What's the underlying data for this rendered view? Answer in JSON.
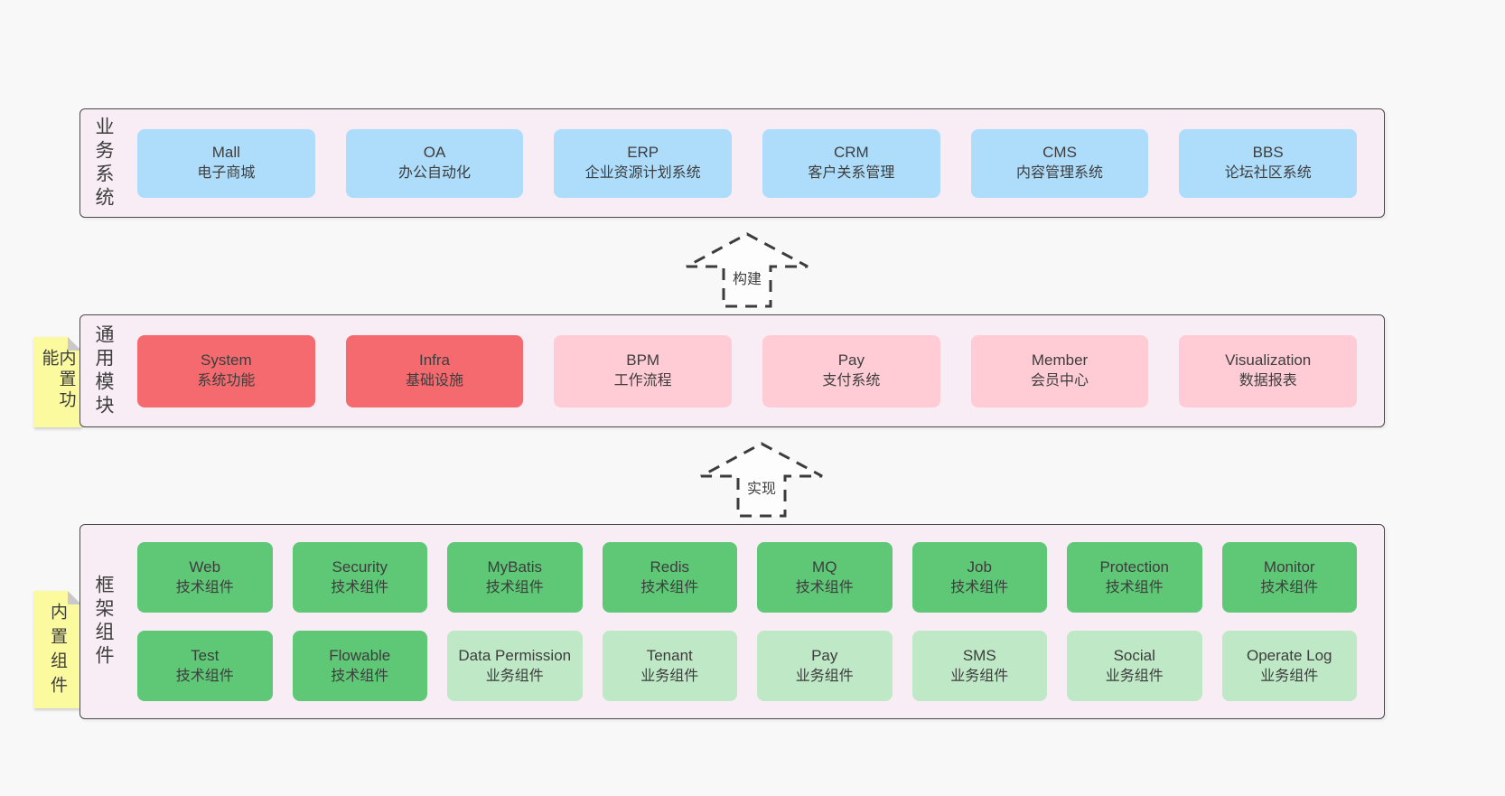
{
  "colors": {
    "page_bg": "#f8f8f8",
    "layer_bg": "#f8edf5",
    "layer_border": "#4a4a4a",
    "business_box": "#aeddfb",
    "module_highlight_box": "#f46a6e",
    "module_normal_box": "#ffccd5",
    "tech_component_box": "#5ec877",
    "biz_component_box": "#bee8c6",
    "sticky_note": "#fbfa9e"
  },
  "business": {
    "label": "业务系统",
    "items": [
      {
        "title": "Mall",
        "subtitle": "电子商城",
        "variant": "blue"
      },
      {
        "title": "OA",
        "subtitle": "办公自动化",
        "variant": "blue"
      },
      {
        "title": "ERP",
        "subtitle": "企业资源计划系统",
        "variant": "blue"
      },
      {
        "title": "CRM",
        "subtitle": "客户关系管理",
        "variant": "blue"
      },
      {
        "title": "CMS",
        "subtitle": "内容管理系统",
        "variant": "blue"
      },
      {
        "title": "BBS",
        "subtitle": "论坛社区系统",
        "variant": "blue"
      }
    ]
  },
  "arrows": {
    "build": {
      "label": "构建"
    },
    "implement": {
      "label": "实现"
    }
  },
  "common": {
    "label": "通用模块",
    "sticky": "内置功能",
    "items": [
      {
        "title": "System",
        "subtitle": "系统功能",
        "variant": "red"
      },
      {
        "title": "Infra",
        "subtitle": "基础设施",
        "variant": "red"
      },
      {
        "title": "BPM",
        "subtitle": "工作流程",
        "variant": "pink"
      },
      {
        "title": "Pay",
        "subtitle": "支付系统",
        "variant": "pink"
      },
      {
        "title": "Member",
        "subtitle": "会员中心",
        "variant": "pink"
      },
      {
        "title": "Visualization",
        "subtitle": "数据报表",
        "variant": "pink"
      }
    ]
  },
  "framework": {
    "label": "框架组件",
    "sticky": "内置组件",
    "row1": [
      {
        "title": "Web",
        "subtitle": "技术组件",
        "variant": "green"
      },
      {
        "title": "Security",
        "subtitle": "技术组件",
        "variant": "green"
      },
      {
        "title": "MyBatis",
        "subtitle": "技术组件",
        "variant": "green"
      },
      {
        "title": "Redis",
        "subtitle": "技术组件",
        "variant": "green"
      },
      {
        "title": "MQ",
        "subtitle": "技术组件",
        "variant": "green"
      },
      {
        "title": "Job",
        "subtitle": "技术组件",
        "variant": "green"
      },
      {
        "title": "Protection",
        "subtitle": "技术组件",
        "variant": "green"
      },
      {
        "title": "Monitor",
        "subtitle": "技术组件",
        "variant": "green"
      }
    ],
    "row2": [
      {
        "title": "Test",
        "subtitle": "技术组件",
        "variant": "green"
      },
      {
        "title": "Flowable",
        "subtitle": "技术组件",
        "variant": "green"
      },
      {
        "title": "Data Permission",
        "subtitle": "业务组件",
        "variant": "green-light"
      },
      {
        "title": "Tenant",
        "subtitle": "业务组件",
        "variant": "green-light"
      },
      {
        "title": "Pay",
        "subtitle": "业务组件",
        "variant": "green-light"
      },
      {
        "title": "SMS",
        "subtitle": "业务组件",
        "variant": "green-light"
      },
      {
        "title": "Social",
        "subtitle": "业务组件",
        "variant": "green-light"
      },
      {
        "title": "Operate Log",
        "subtitle": "业务组件",
        "variant": "green-light"
      }
    ]
  }
}
